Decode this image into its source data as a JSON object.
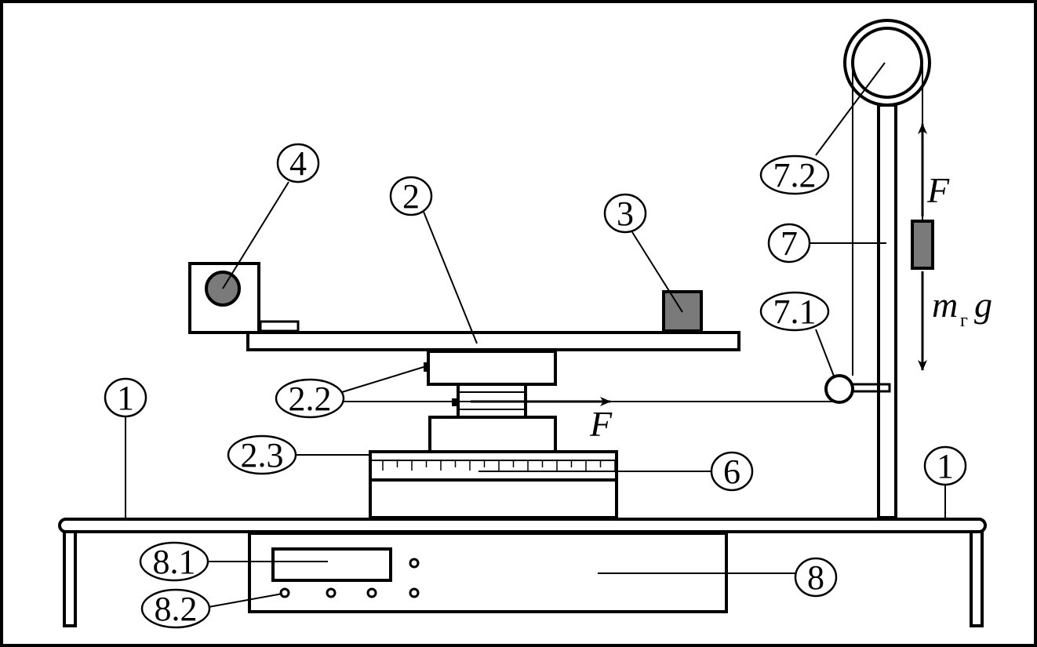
{
  "colors": {
    "ink": "#000000",
    "fill_gray": "#7a7a7a",
    "background": "#ffffff"
  },
  "labels": {
    "l1_left": "1",
    "l1_right": "1",
    "l2": "2",
    "l2_2": "2.2",
    "l2_3": "2.3",
    "l3": "3",
    "l4": "4",
    "l6": "6",
    "l7": "7",
    "l7_1": "7.1",
    "l7_2": "7.2",
    "l8": "8",
    "l8_1": "8.1",
    "l8_2": "8.2"
  },
  "forces": {
    "f_horizontal": "F",
    "f_vertical": "F",
    "weight_main": "m",
    "weight_sub": "г",
    "weight_g": "g"
  }
}
